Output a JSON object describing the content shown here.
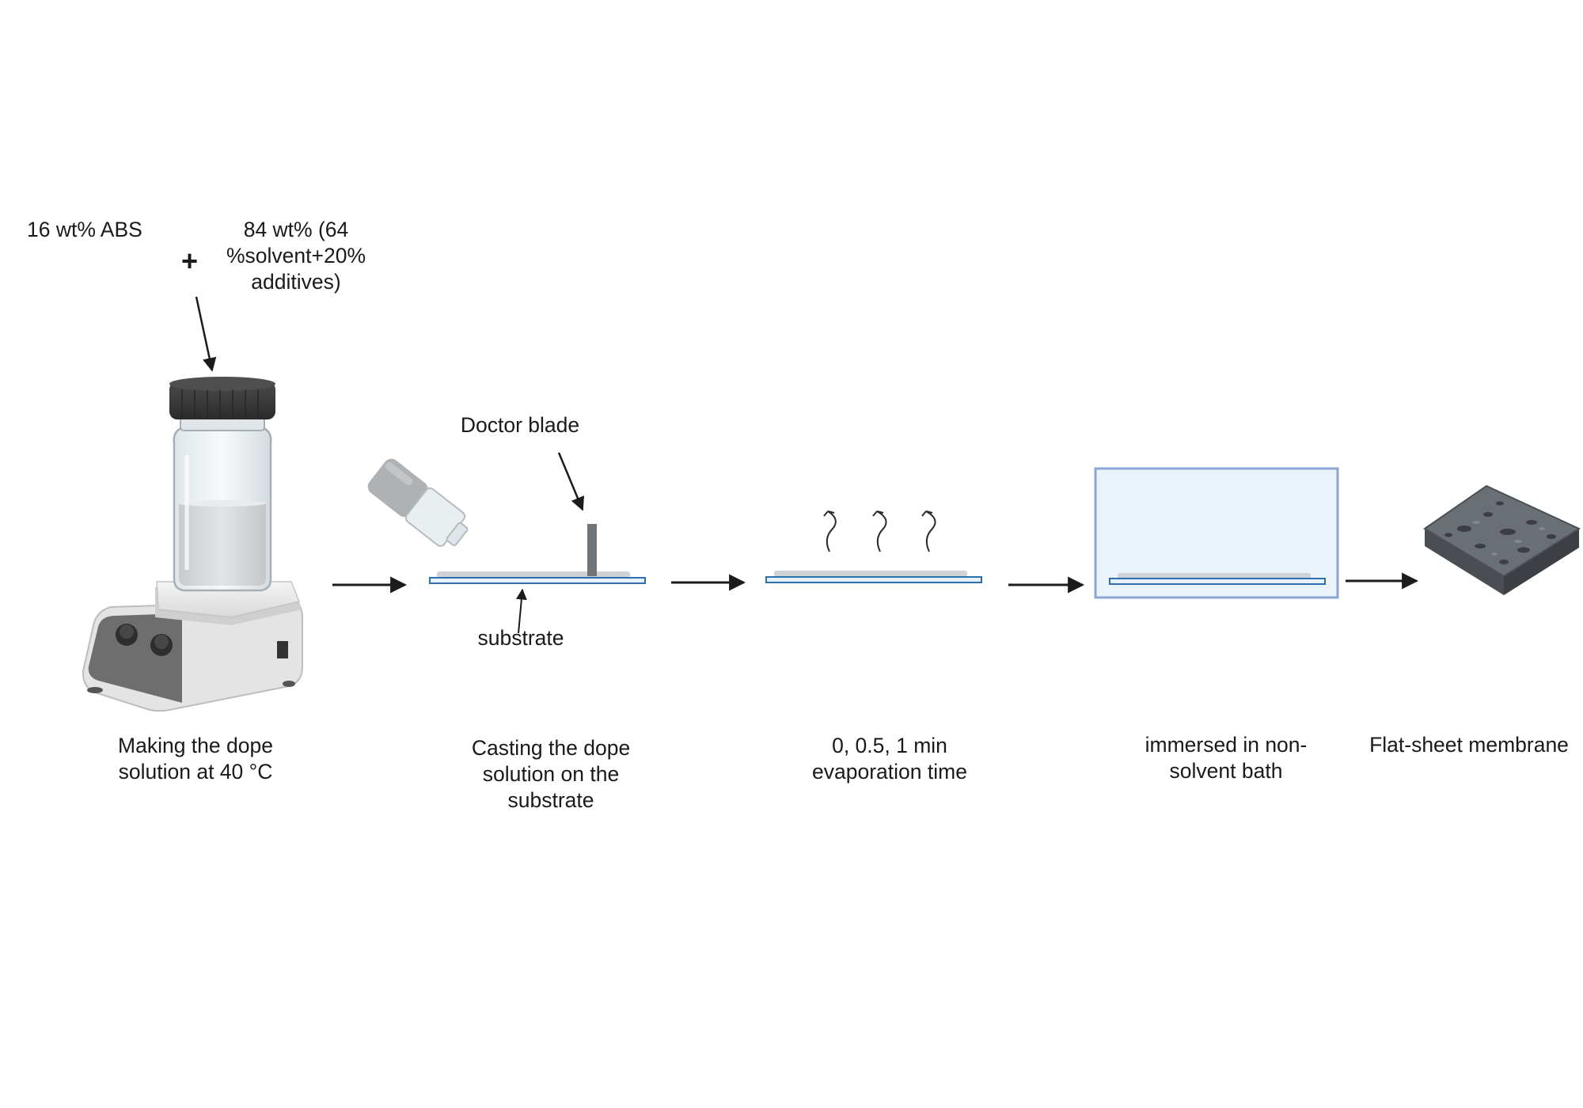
{
  "ingredients": {
    "polymer": "16 wt% ABS",
    "plus": "+",
    "mixture_lines": [
      "84 wt% (64",
      "%solvent+20%",
      "additives)"
    ]
  },
  "callouts": {
    "doctor_blade": "Doctor blade",
    "substrate": "substrate"
  },
  "steps": [
    {
      "lines": [
        "Making the dope",
        "solution at 40 °C"
      ]
    },
    {
      "lines": [
        "Casting the dope",
        "solution on the",
        "substrate"
      ]
    },
    {
      "lines": [
        "0, 0.5, 1 min",
        "evaporation time"
      ]
    },
    {
      "lines": [
        "immersed in non-",
        "solvent bath"
      ]
    },
    {
      "lines": [
        "Flat-sheet membrane"
      ]
    }
  ],
  "colors": {
    "arrow": "#1c1c1c",
    "glass_plate": "#2e6fb0",
    "film": "#cfd3d8",
    "bath_border": "#8ea4d2",
    "bath_fill": "#eaf2fa",
    "cap": "#3a3a3a",
    "membrane": "#555a5e"
  }
}
